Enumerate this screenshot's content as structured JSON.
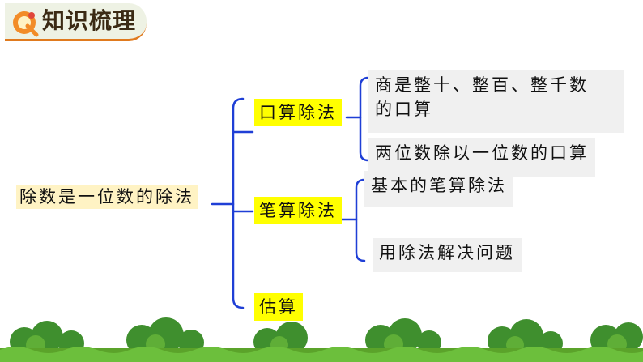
{
  "header": {
    "title": "知识梳理",
    "icon": "q-badge-icon",
    "accent": "#e07a1e"
  },
  "diagram": {
    "root": "除数是一位数的除法",
    "branches": [
      {
        "label": "口算除法",
        "children": [
          [
            "商是整十、整百、整千数",
            "的口算"
          ],
          "两位数除以一位数的口算"
        ]
      },
      {
        "label": "笔算除法",
        "children": [
          "基本的笔算除法",
          "用除法解决问题"
        ]
      },
      {
        "label": "估算",
        "children": []
      }
    ]
  },
  "colors": {
    "line": "#1f3fd6",
    "branch_fill": "#ffff00",
    "root_fill": "#fff3c4",
    "leaf_fill": "#f0f0f0",
    "grass": "#5ba32a",
    "bush": "#3f8f2e"
  }
}
